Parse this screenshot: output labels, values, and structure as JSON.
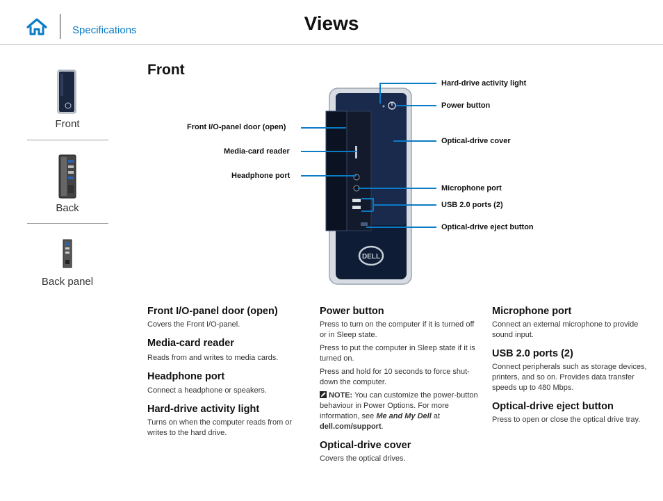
{
  "header": {
    "home_icon": "home-icon",
    "link_label": "Specifications",
    "title": "Views",
    "accent_color": "#0a7bc4"
  },
  "sidebar": {
    "items": [
      {
        "label": "Front"
      },
      {
        "label": "Back"
      },
      {
        "label": "Back panel"
      }
    ]
  },
  "main": {
    "section_title": "Front",
    "image_logo_text": "DELL",
    "callouts_left": [
      "Front I/O-panel door (open)",
      "Media-card reader",
      "Headphone port"
    ],
    "callouts_right": [
      "Hard-drive activity light",
      "Power button",
      "Optical-drive cover",
      "Microphone port",
      "USB 2.0 ports (2)",
      "Optical-drive eject button"
    ]
  },
  "descriptions": {
    "col1": [
      {
        "title": "Front I/O-panel door (open)",
        "text": "Covers the Front I/O-panel."
      },
      {
        "title": "Media-card reader",
        "text": "Reads from and writes to media cards."
      },
      {
        "title": "Headphone port",
        "text": "Connect a headphone or speakers."
      },
      {
        "title": "Hard-drive activity light",
        "text": "Turns on when the computer reads from or writes to the hard drive."
      }
    ],
    "col2": {
      "power_title": "Power button",
      "power_p1": "Press to turn on the computer if it is turned off or in Sleep state.",
      "power_p2": "Press to put the computer in Sleep state if it is turned on.",
      "power_p3": "Press and hold for 10 seconds to force shut-down the computer.",
      "note_label": "NOTE:",
      "note_text": " You can customize the power-button behaviour in Power Options. For more information, see ",
      "note_ref": "Me and My Dell",
      "note_at": " at ",
      "note_url": "dell.com/support",
      "note_end": ".",
      "cover_title": "Optical-drive cover",
      "cover_text": "Covers the optical drives."
    },
    "col3": [
      {
        "title": "Microphone port",
        "text": "Connect an external microphone to provide sound input."
      },
      {
        "title": "USB 2.0 ports (2)",
        "text": "Connect peripherals such as storage devices, printers, and so on. Provides data transfer speeds up to 480 Mbps."
      },
      {
        "title": "Optical-drive eject button",
        "text": "Press to open or close the optical drive tray."
      }
    ]
  }
}
